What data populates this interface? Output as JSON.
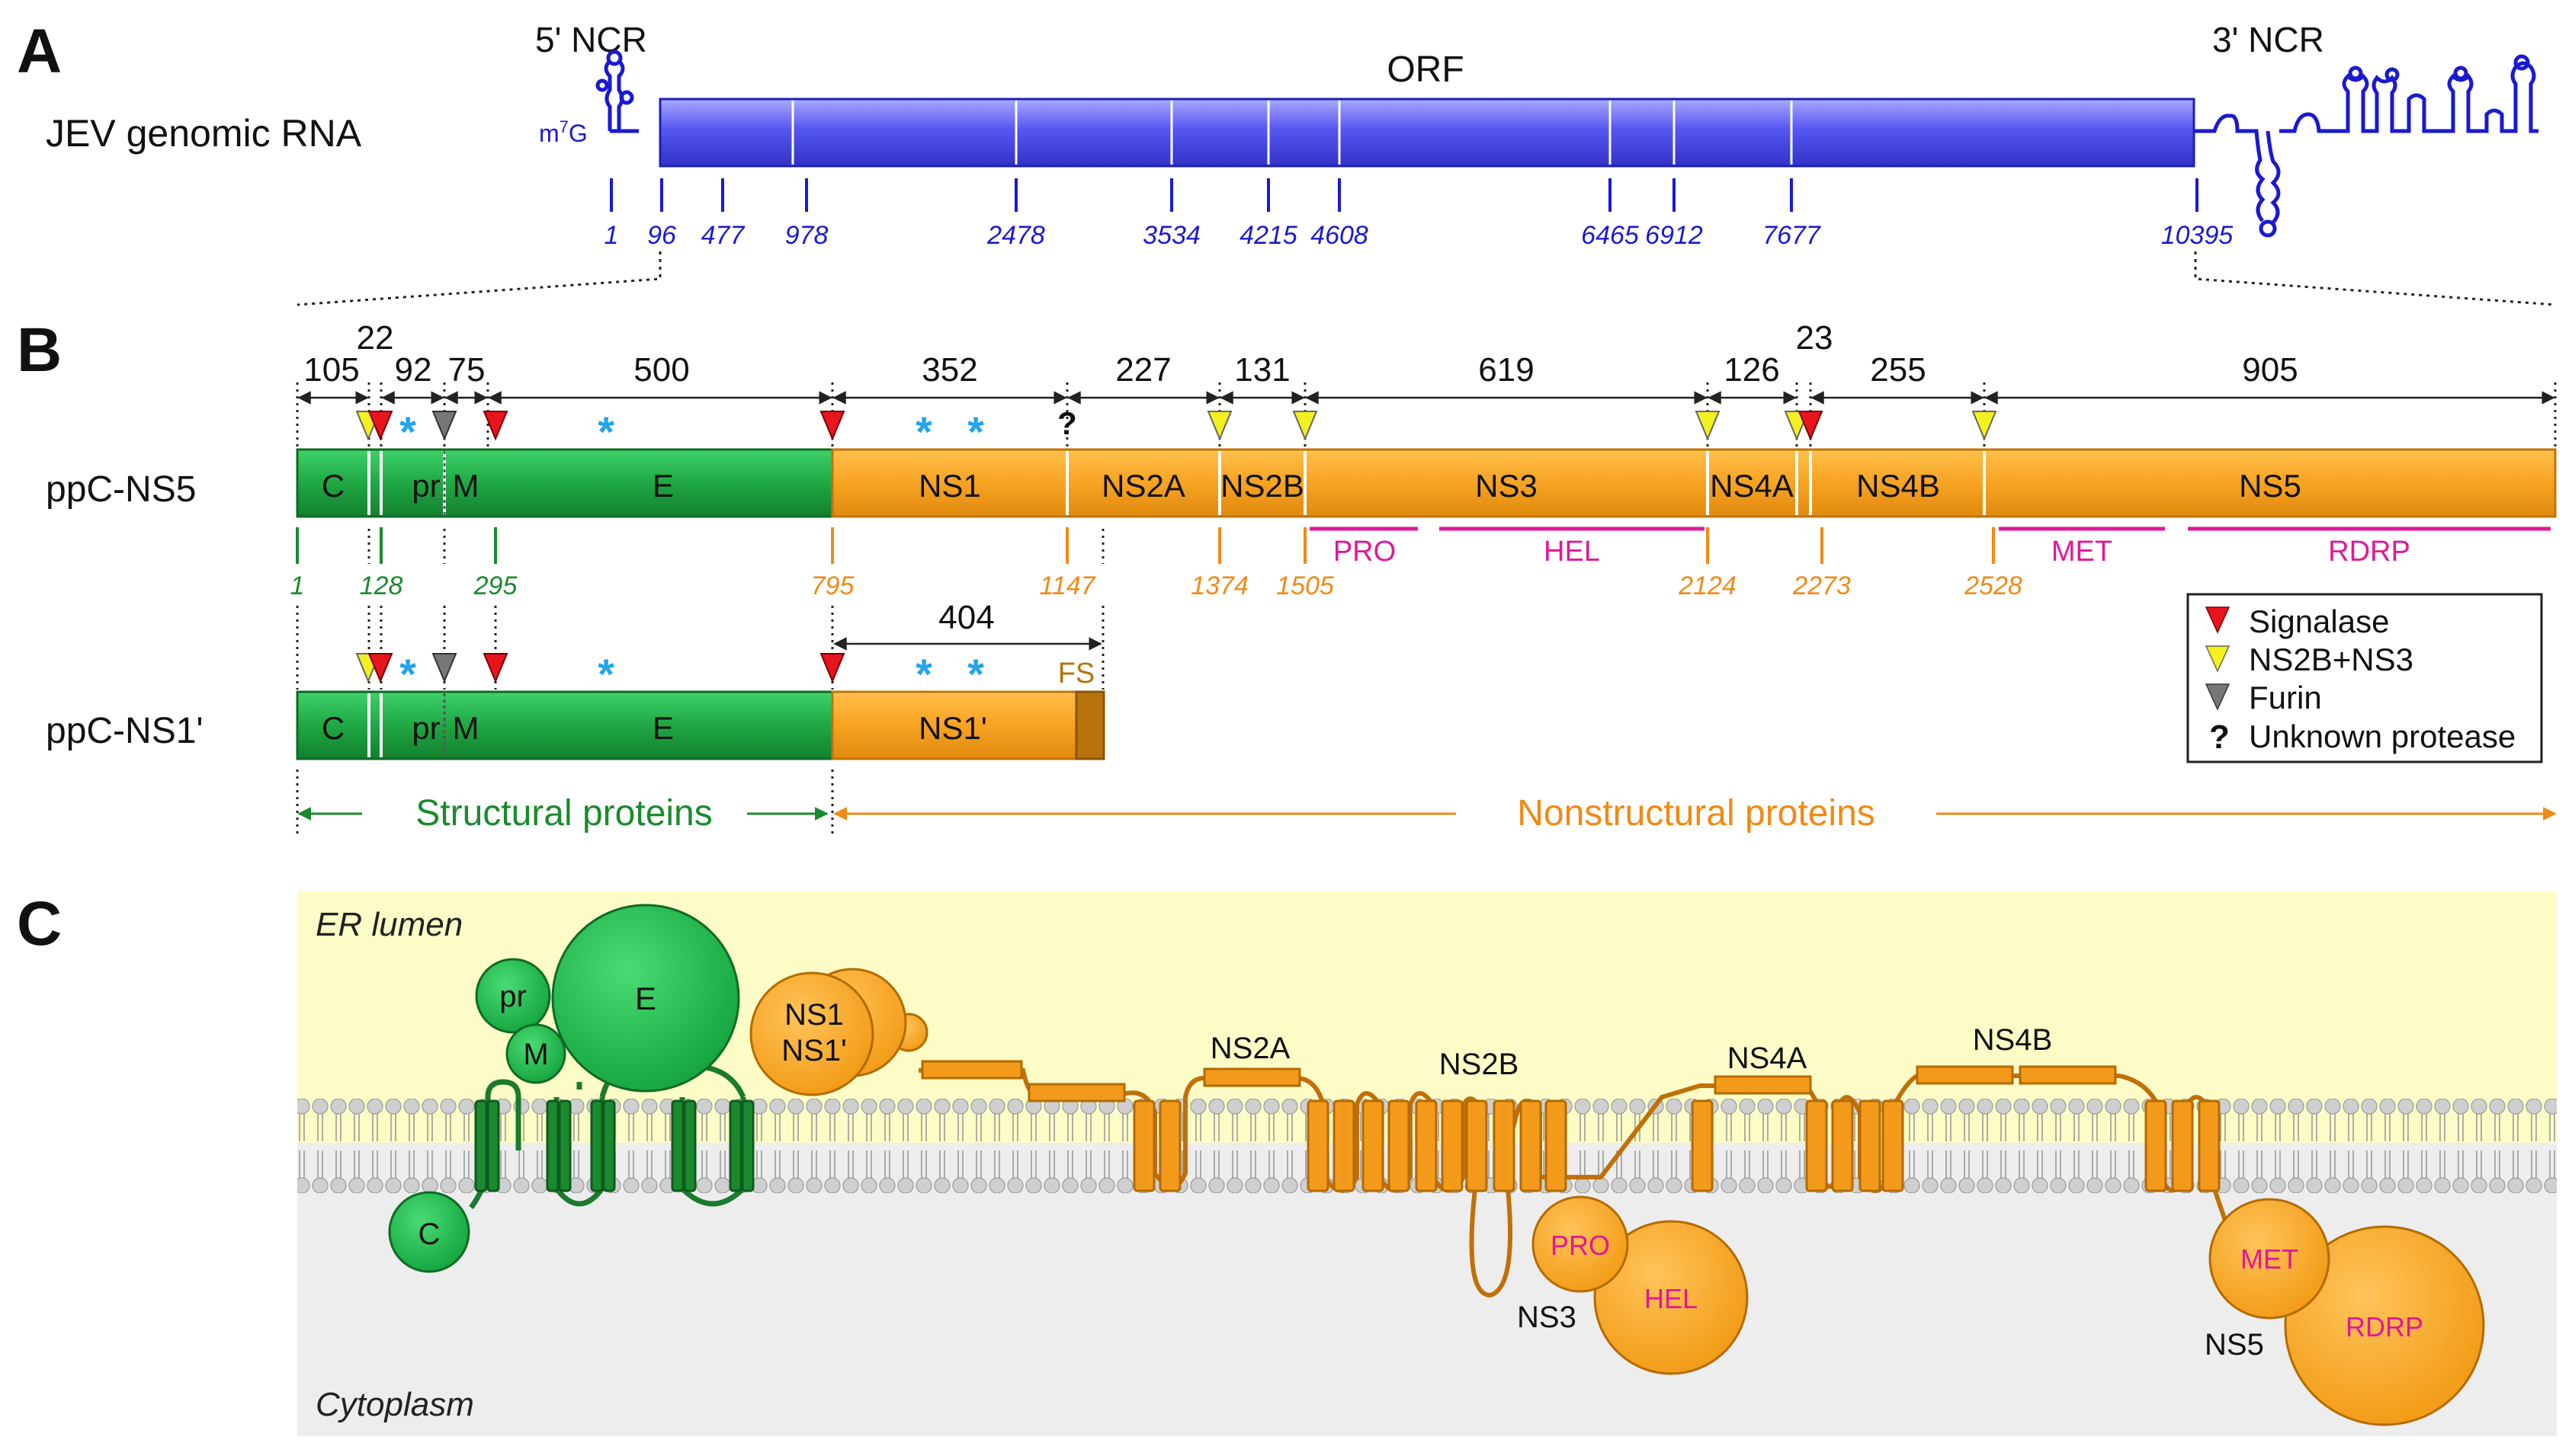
{
  "panelA": {
    "label": "A",
    "title": "JEV genomic RNA",
    "ncr5": "5' NCR",
    "ncr3": "3' NCR",
    "orf": "ORF",
    "cap": "m",
    "cap_sup": "7",
    "cap_g": "G",
    "positions": [
      "1",
      "96",
      "477",
      "978",
      "2478",
      "3534",
      "4215",
      "4608",
      "6465",
      "6912",
      "7677",
      "10395"
    ]
  },
  "panelB": {
    "label": "B",
    "row1_name": "ppC-NS5",
    "row2_name": "ppC-NS1'",
    "lengths": [
      "105",
      "22",
      "92",
      "75",
      "500",
      "352",
      "227",
      "131",
      "619",
      "126",
      "23",
      "255",
      "905"
    ],
    "length_404": "404",
    "proteins": [
      "C",
      "pr",
      "M",
      "E",
      "NS1",
      "NS2A",
      "NS2B",
      "NS3",
      "NS4A",
      "NS4B",
      "NS5"
    ],
    "proteins2": [
      "C",
      "pr",
      "M",
      "E",
      "NS1'"
    ],
    "fs": "FS",
    "unknown_mark": "?",
    "star": "*",
    "domains": [
      "PRO",
      "HEL",
      "MET",
      "RDRP"
    ],
    "aa_positions": [
      "1",
      "128",
      "295",
      "795",
      "1147",
      "1374",
      "1505",
      "2124",
      "2273",
      "2528"
    ],
    "legend": [
      "Signalase",
      "NS2B+NS3",
      "Furin",
      "Unknown protease"
    ],
    "legend_q": "?",
    "structural": "Structural proteins",
    "nonstructural": "Nonstructural proteins"
  },
  "panelC": {
    "label": "C",
    "er": "ER lumen",
    "cyto": "Cytoplasm",
    "pr": "pr",
    "e": "E",
    "m": "M",
    "c": "C",
    "ns1a": "NS1",
    "ns1b": "NS1'",
    "ns2a": "NS2A",
    "ns2b": "NS2B",
    "ns4a": "NS4A",
    "ns4b": "NS4B",
    "pro": "PRO",
    "hel": "HEL",
    "ns3": "NS3",
    "met": "MET",
    "rdrp": "RDRP",
    "ns5": "NS5"
  },
  "colors": {
    "orf_blue": "#4747ee",
    "structural_green": "#1f9d3a",
    "nonstructural_orange": "#f5a21c",
    "domain_magenta": "#e0189a",
    "signalase_red": "#e8141e",
    "ns2b_ns3_yellow": "#f2f01e",
    "furin_gray": "#777777",
    "star_blue": "#22a4ee",
    "er_yellow": "#fdfcc6",
    "cyto_gray": "#ededed"
  }
}
